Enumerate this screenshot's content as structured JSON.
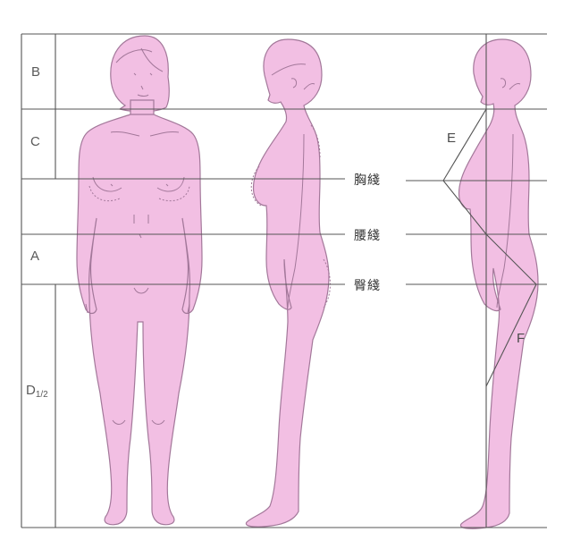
{
  "colors": {
    "body_fill": "#f2bfe3",
    "body_stroke": "#a3789a",
    "line": "#555555",
    "background": "#ffffff"
  },
  "segments": {
    "b": "B",
    "c": "C",
    "a": "A",
    "d_main": "D",
    "d_sub": "1/2"
  },
  "lines": {
    "bust": "胸綫",
    "waist": "腰綫",
    "hip": "臀綫"
  },
  "points": {
    "e": "E",
    "f": "F"
  }
}
